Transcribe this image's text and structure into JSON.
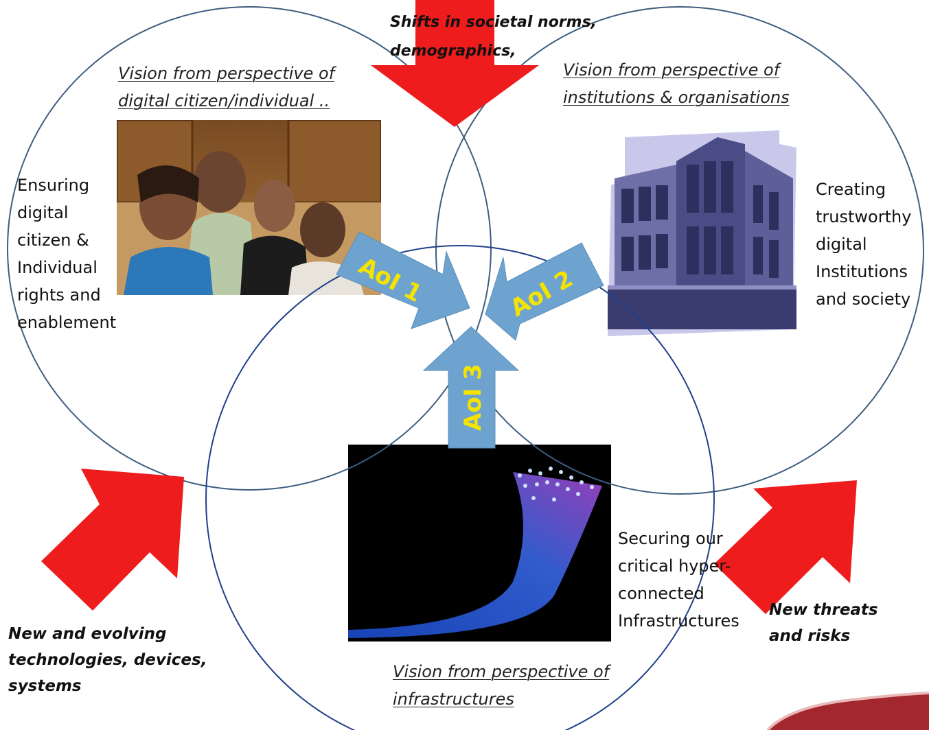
{
  "top_driver": {
    "line1": "Shifts in societal norms,",
    "line2": "demographics,"
  },
  "left_driver": {
    "line1": "New and evolving",
    "line2": "technologies, devices,",
    "line3": "systems"
  },
  "right_driver": {
    "line1": "New threats",
    "line2": "and risks"
  },
  "circle_citizen": {
    "title_line1": "Vision from perspective of",
    "title_line2": "digital citizen/individual ..",
    "desc": [
      "Ensuring",
      "digital",
      "citizen &",
      "Individual",
      "rights and",
      "enablement"
    ]
  },
  "circle_institutions": {
    "title_line1": "Vision from perspective of",
    "title_line2": "institutions & organisations",
    "desc": [
      "Creating",
      "trustworthy",
      "digital",
      "Institutions",
      "and society"
    ]
  },
  "circle_infrastructure": {
    "title_line1": "Vision from perspective of",
    "title_line2": "infrastructures",
    "desc": [
      "Securing our",
      "critical hyper-",
      "connected",
      "Infrastructures"
    ]
  },
  "areas_of_interest": {
    "aoi1": "AoI 1",
    "aoi2": "AoI 2",
    "aoi3": "AoI 3"
  },
  "colors": {
    "red_arrow": "#ee1c1c",
    "blue_arrow": "#6fa3cf",
    "circle_stroke": "#3e5d80",
    "aoi_text": "#f5e400",
    "corner_swoosh": "#a3272f"
  }
}
